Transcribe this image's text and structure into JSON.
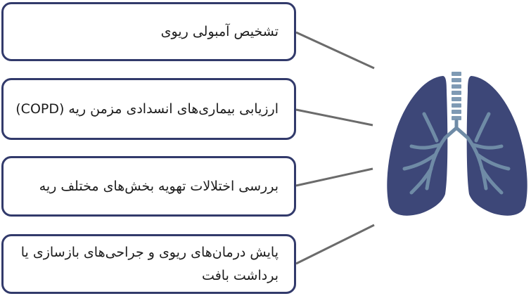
{
  "diagram": {
    "items": [
      {
        "text": "تشخیص آمبولی ریوی"
      },
      {
        "text": "ارزیابی بیماری‌های انسدادی مزمن ریه (COPD)"
      },
      {
        "text": "بررسی اختلالات تهویه بخش‌های مختلف ریه"
      },
      {
        "text": "پایش درمان‌های ریوی و جراحی‌های بازسازی یا برداشت بافت"
      }
    ],
    "illustration": {
      "icon": "lungs-icon",
      "lung_color": "#3d4778",
      "airway_color": "#6f8ba6",
      "trachea_color": "#7f9ab4"
    },
    "colors": {
      "box_border": "#323a6b",
      "connector": "#6b6b6b"
    }
  }
}
